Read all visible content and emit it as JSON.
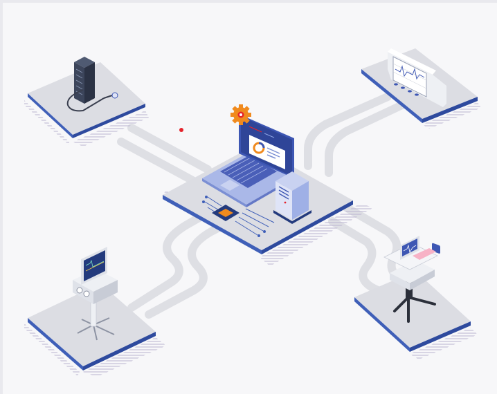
{
  "scene": {
    "description_type": "isometric-network-diagram",
    "hub": {
      "devices": [
        "laptop",
        "server-tower",
        "cpu-chip",
        "gear"
      ]
    },
    "nodes": [
      {
        "id": "server-rack-node",
        "device": "server-rack"
      },
      {
        "id": "ecg-monitor-node",
        "device": "ecg-monitor"
      },
      {
        "id": "patient-monitor-node",
        "device": "patient-monitor-cart"
      },
      {
        "id": "ultrasound-node",
        "device": "ultrasound-cart"
      }
    ],
    "colors": {
      "platform_top": "#dcdde3",
      "platform_edge": "#3f5fb8",
      "connector": "#dedfe4",
      "laptop_screen": "#3d56b3",
      "gear": "#f08a1e",
      "accent_red": "#e5232b"
    }
  },
  "hub_tower_label": "",
  "red_marker": "red-dot"
}
